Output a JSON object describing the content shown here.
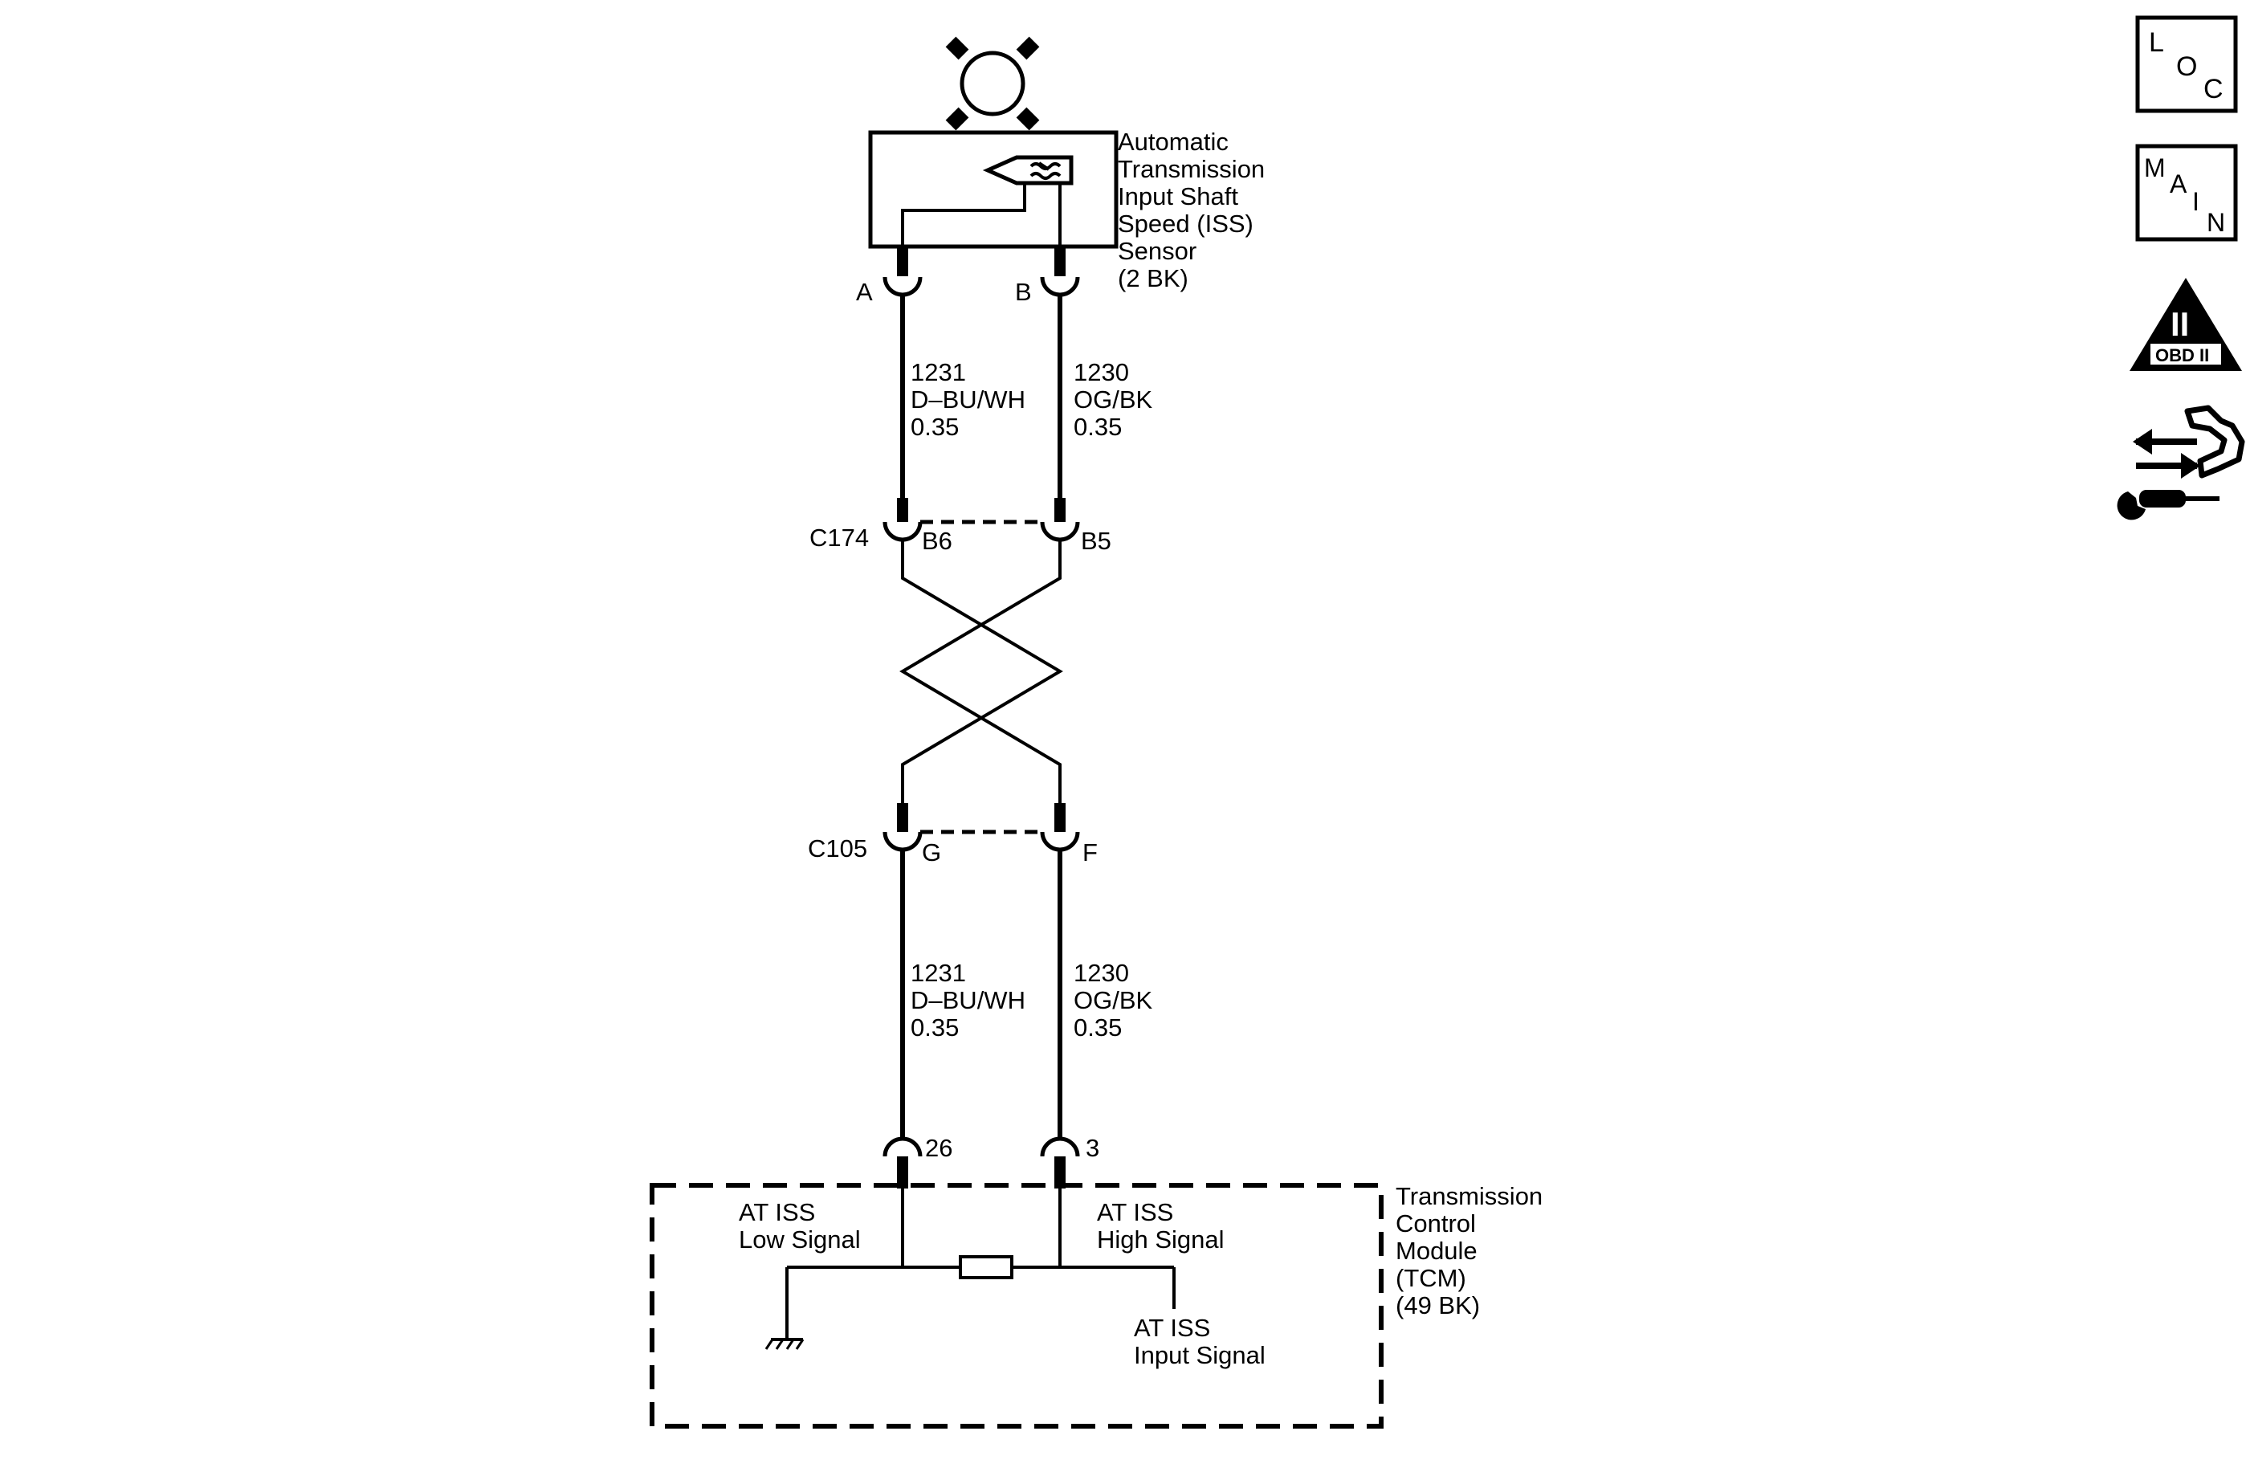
{
  "sensor": {
    "label": [
      "Automatic",
      "Transmission",
      "Input Shaft",
      "Speed (ISS)",
      "Sensor",
      "(2 BK)"
    ],
    "pin_a": "A",
    "pin_b": "B"
  },
  "wires_upper": {
    "left": {
      "circuit": "1231",
      "color": "D–BU/WH",
      "gauge": "0.35"
    },
    "right": {
      "circuit": "1230",
      "color": "OG/BK",
      "gauge": "0.35"
    }
  },
  "connector_c174": {
    "name": "C174",
    "left_pin": "B6",
    "right_pin": "B5"
  },
  "connector_c105": {
    "name": "C105",
    "left_pin": "G",
    "right_pin": "F"
  },
  "wires_lower": {
    "left": {
      "circuit": "1231",
      "color": "D–BU/WH",
      "gauge": "0.35"
    },
    "right": {
      "circuit": "1230",
      "color": "OG/BK",
      "gauge": "0.35"
    }
  },
  "tcm": {
    "label": [
      "Transmission",
      "Control",
      "Module",
      "(TCM)",
      "(49 BK)"
    ],
    "pin_low": "26",
    "pin_high": "3",
    "low_signal": [
      "AT ISS",
      "Low Signal"
    ],
    "high_signal": [
      "AT ISS",
      "High Signal"
    ],
    "input_signal": [
      "AT ISS",
      "Input Signal"
    ]
  },
  "nav_icons": {
    "loc": {
      "letters": [
        "L",
        "O",
        "C"
      ]
    },
    "main": {
      "letters": [
        "M",
        "A",
        "I",
        "N"
      ]
    },
    "obd": {
      "numeral": "II",
      "text": "OBD II"
    },
    "service_icon": "connector-wrench-icon"
  }
}
